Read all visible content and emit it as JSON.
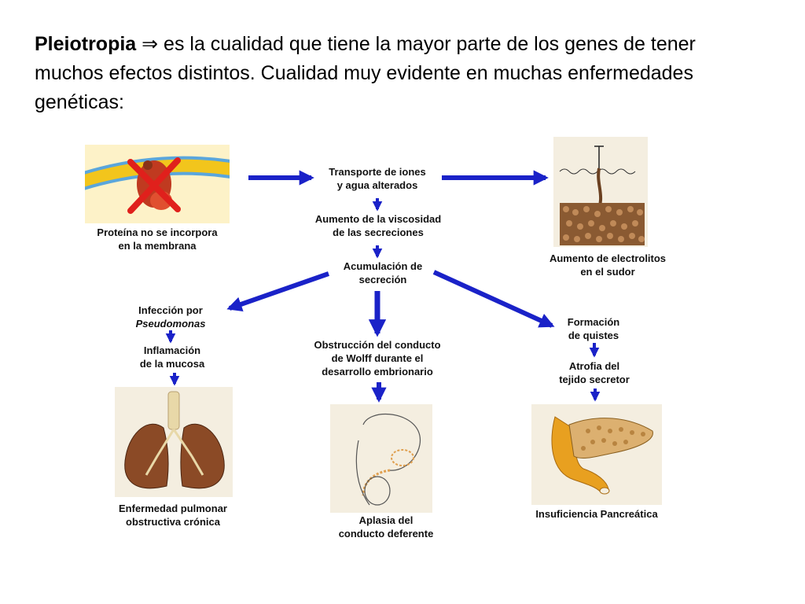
{
  "heading": {
    "term": "Pleiotropia",
    "arrow": "⇒",
    "text": " es la cualidad que tiene la mayor parte de los genes de tener muchos efectos distintos. Cualidad muy evidente en muchas enfermedades genéticas:"
  },
  "nodes": {
    "membrane": [
      "Proteína no se incorpora",
      "en la membrana"
    ],
    "transport": [
      "Transporte de iones",
      "y agua alterados"
    ],
    "viscosity": [
      "Aumento de la viscosidad",
      "de las secreciones"
    ],
    "accumulation": [
      "Acumulación de",
      "secreción"
    ],
    "electrolytes": [
      "Aumento de electrolitos",
      "en el sudor"
    ],
    "infection": [
      "Infección por",
      "Pseudomonas"
    ],
    "inflammation": [
      "Inflamación",
      "de la mucosa"
    ],
    "pulmonary": [
      "Enfermedad pulmonar",
      "obstructiva crónica"
    ],
    "obstruction": [
      "Obstrucción del conducto",
      "de Wolff durante el",
      "desarrollo embrionario"
    ],
    "aplasia": [
      "Aplasia del",
      "conducto deferente"
    ],
    "cysts": [
      "Formación",
      "de quistes"
    ],
    "atrophy": [
      "Atrofia del",
      "tejido secretor"
    ],
    "pancreatic": [
      "Insuficiencia Pancreática"
    ]
  },
  "colors": {
    "arrow": "#1a22c8",
    "panel": "#fdf2c8",
    "membrane_band": "#f2c51c",
    "membrane_blue": "#5aa6dc",
    "red_x": "#e0201c",
    "skin": "#f4eee0",
    "gland": "#8a5a32",
    "lung": "#8b4a26",
    "pancreas": "#e8a020"
  }
}
